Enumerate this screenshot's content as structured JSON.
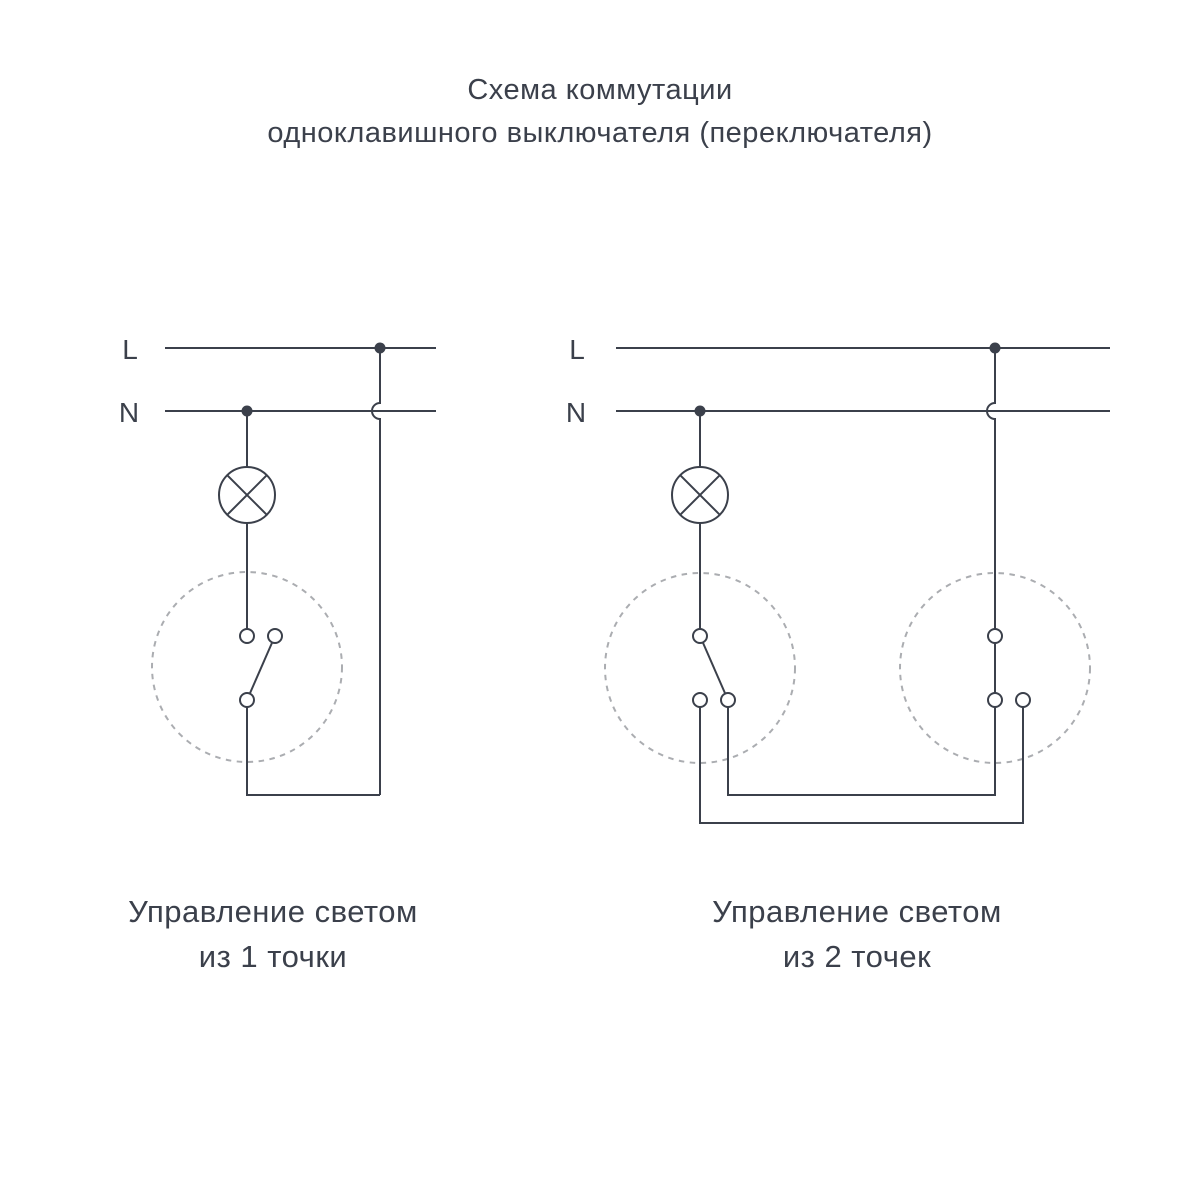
{
  "title": {
    "line1": "Схема коммутации",
    "line2": "одноклавишного выключателя (переключателя)"
  },
  "left_diagram": {
    "live_label": "L",
    "neutral_label": "N",
    "caption_line1": "Управление светом",
    "caption_line2": "из 1 точки"
  },
  "right_diagram": {
    "live_label": "L",
    "neutral_label": "N",
    "caption_line1": "Управление светом",
    "caption_line2": "из 2 точек"
  },
  "colors": {
    "wire": "#3b404b",
    "text": "#3b404b",
    "dashed_circle": "#abadb1",
    "background": "#ffffff"
  }
}
